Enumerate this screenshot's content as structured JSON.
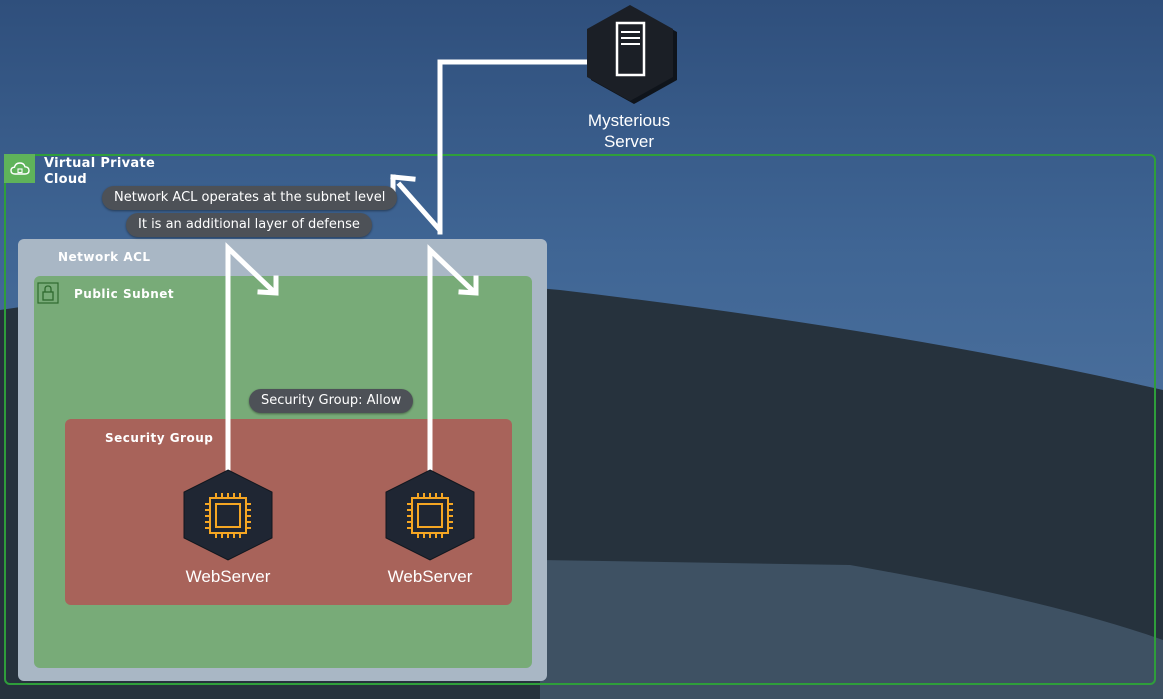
{
  "server": {
    "name_line1": "Mysterious",
    "name_line2": "Server",
    "icon": "server-icon"
  },
  "vpc": {
    "label_line1": "Virtual Private",
    "label_line2": "Cloud",
    "icon": "cloud-lock-icon"
  },
  "network_acl": {
    "label": "Network ACL"
  },
  "public_subnet": {
    "label": "Public Subnet",
    "icon": "lock-icon"
  },
  "security_group": {
    "label": "Security Group"
  },
  "callouts": {
    "acl_line1": "Network ACL operates at the subnet level",
    "acl_line2": "It is an additional layer of defense",
    "sg_status": "Security Group: Allow"
  },
  "webservers": [
    {
      "label": "WebServer",
      "icon": "chip-icon"
    },
    {
      "label": "WebServer",
      "icon": "chip-icon"
    }
  ],
  "colors": {
    "vpc_border": "#2f9e3b",
    "nacl_fill": "#a9b7c5",
    "subnet_fill": "#78ab78",
    "sg_fill": "#a8635a",
    "chip_accent": "#f5a623",
    "hex_fill": "#1f2633"
  }
}
